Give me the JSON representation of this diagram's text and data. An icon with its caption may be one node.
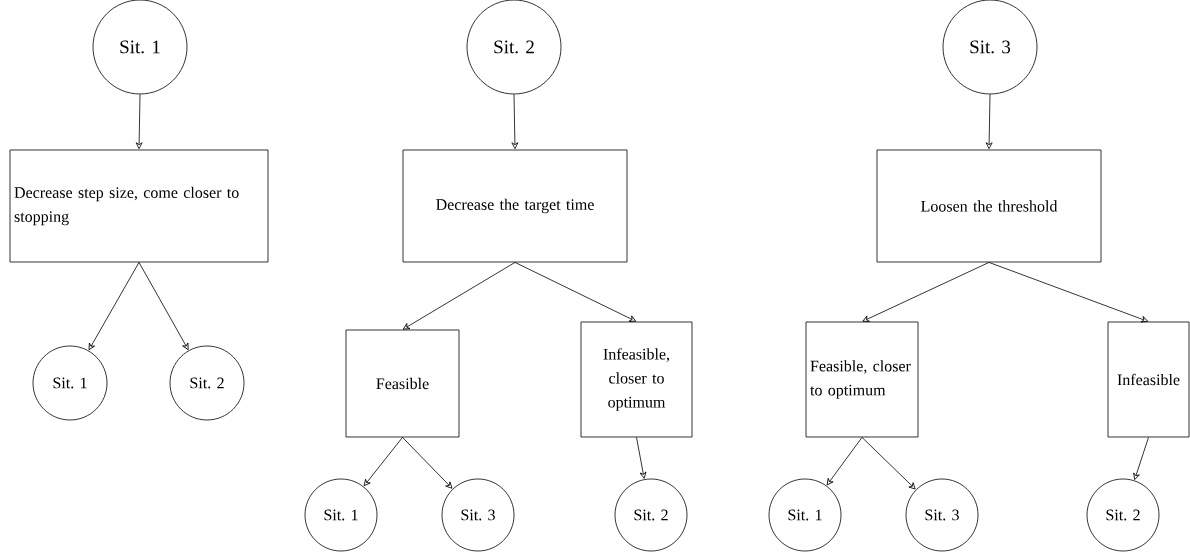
{
  "diagram": {
    "nodes": [
      {
        "text": [
          "Sit. 1"
        ]
      },
      {
        "text": [
          "Decrease step size, come closer to stopping"
        ]
      },
      {
        "text": [
          "Sit. 1"
        ]
      },
      {
        "text": [
          "Sit. 2"
        ]
      },
      {
        "text": [
          "Sit. 2"
        ]
      },
      {
        "text": [
          "Decrease the target time"
        ]
      },
      {
        "text": [
          "Feasible"
        ]
      },
      {
        "text": [
          "Infeasible, closer to optimum"
        ]
      },
      {
        "text": [
          "Sit. 1"
        ]
      },
      {
        "text": [
          "Sit. 3"
        ]
      },
      {
        "text": [
          "Sit. 2"
        ]
      },
      {
        "text": [
          "Sit. 3"
        ]
      },
      {
        "text": [
          "Loosen the threshold"
        ]
      },
      {
        "text": [
          "Feasible, closer to optimum"
        ]
      },
      {
        "text": [
          "Infeasible"
        ]
      },
      {
        "text": [
          "Sit. 1"
        ]
      },
      {
        "text": [
          "Sit. 3"
        ]
      },
      {
        "text": [
          "Sit. 2"
        ]
      }
    ],
    "edges": [
      {
        "from": 0,
        "to": 1,
        "arrow": "to"
      },
      {
        "from": 1,
        "to": 2,
        "arrow": "to"
      },
      {
        "from": 1,
        "to": 3,
        "arrow": "to"
      },
      {
        "from": 4,
        "to": 5,
        "arrow": "to"
      },
      {
        "from": 5,
        "to": 6,
        "arrow": "to"
      },
      {
        "from": 5,
        "to": 7,
        "arrow": "to"
      },
      {
        "from": 6,
        "to": 8,
        "arrow": "to"
      },
      {
        "from": 6,
        "to": 9,
        "arrow": "to"
      },
      {
        "from": 7,
        "to": 10,
        "arrow": "to"
      },
      {
        "from": 11,
        "to": 12,
        "arrow": "to"
      },
      {
        "from": 12,
        "to": 13,
        "arrow": "to"
      },
      {
        "from": 12,
        "to": 14,
        "arrow": "to"
      },
      {
        "from": 13,
        "to": 15,
        "arrow": "to"
      },
      {
        "from": 13,
        "to": 16,
        "arrow": "to"
      },
      {
        "from": 14,
        "to": 17,
        "arrow": "to"
      }
    ]
  }
}
